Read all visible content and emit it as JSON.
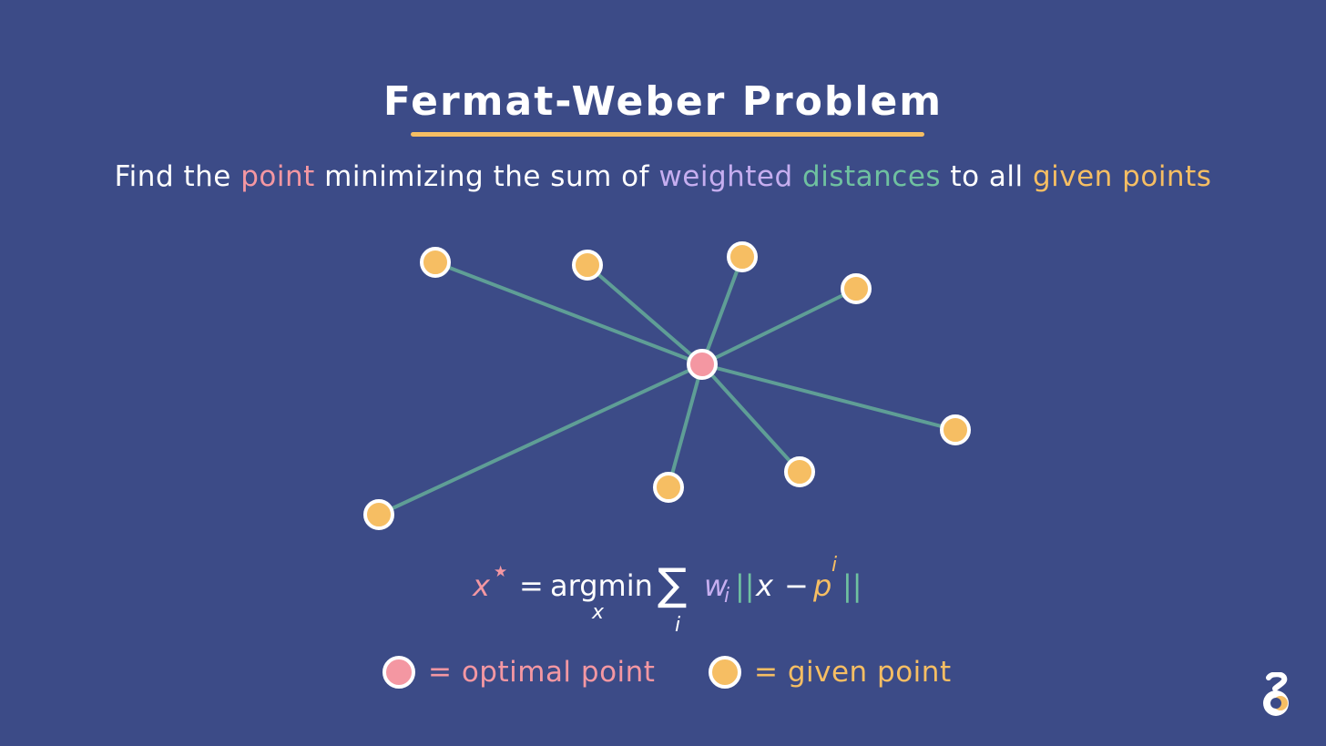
{
  "title": "Fermat-Weber Problem",
  "subtitle": {
    "p1": "Find the ",
    "point": "point",
    "p2": " minimizing the sum of ",
    "weighted": "weighted",
    "sp": " ",
    "distances": "distances",
    "p3": " to all ",
    "given_points": "given points"
  },
  "formula": {
    "x": "x",
    "star": "★",
    "eq": "=",
    "argmin": "argmin",
    "argmin_sub": "x",
    "sum": "∑",
    "sum_sub": "i",
    "w": "w",
    "w_sub": "i",
    "norm_open": "||",
    "x2": "x",
    "minus": "−",
    "p": "p",
    "p_sup": "i",
    "norm_close": "||"
  },
  "legend": {
    "optimal": "= optimal point",
    "given": "= given point"
  },
  "colors": {
    "background": "#3c4b87",
    "optimal": "#f497a2",
    "given": "#f6be63",
    "edge": "#5f9e96",
    "weight": "#c6aef0",
    "distance": "#6fc1a0",
    "outline": "#ffffff"
  },
  "icons": {
    "logo": "brand-logo-icon"
  }
}
